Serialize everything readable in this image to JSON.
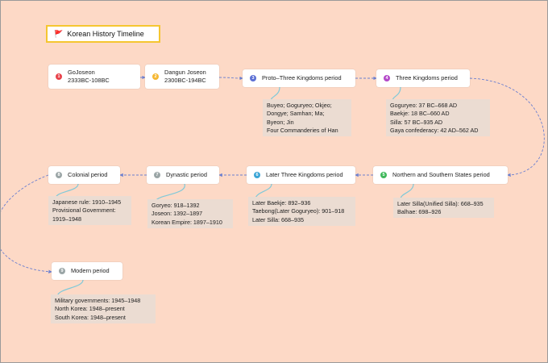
{
  "title": {
    "text": "Korean History Timeline",
    "icon": "red-flag-icon"
  },
  "colors": {
    "background": "#fdd9c6",
    "connector": "#6a7fd0",
    "detail_bg": "#ebdcd2",
    "title_border": "#f5c631"
  },
  "nodes": [
    {
      "id": "gojoseon",
      "num": "1",
      "color": "#e8424a",
      "lines": [
        "GoJoseon",
        "2333BC-108BC"
      ]
    },
    {
      "id": "dangun-joseon",
      "num": "2",
      "color": "#f5b731",
      "lines": [
        "Dangun Joseon",
        "2300BC-194BC"
      ]
    },
    {
      "id": "proto-three-kingdoms",
      "num": "3",
      "color": "#5b6fd4",
      "lines": [
        "Proto–Three Kingdoms period"
      ]
    },
    {
      "id": "three-kingdoms",
      "num": "4",
      "color": "#b449c9",
      "lines": [
        "Three Kingdoms period"
      ]
    },
    {
      "id": "northern-southern-states",
      "num": "5",
      "color": "#3fb85a",
      "lines": [
        "Northern and Southern States period"
      ]
    },
    {
      "id": "later-three-kingdoms",
      "num": "6",
      "color": "#3aa5d6",
      "lines": [
        "Later Three Kingdoms period"
      ]
    },
    {
      "id": "dynastic",
      "num": "7",
      "color": "#9aa5a6",
      "lines": [
        "Dynastic period"
      ]
    },
    {
      "id": "colonial",
      "num": "8",
      "color": "#9aa5a6",
      "lines": [
        "Colonial period"
      ]
    },
    {
      "id": "modern",
      "num": "9",
      "color": "#9aa5a6",
      "lines": [
        "Modern period"
      ]
    }
  ],
  "details": [
    {
      "node": "proto-three-kingdoms",
      "lines": [
        "Buyeo; Goguryeo; Okjeo;",
        "Dongye; Samhan; Ma;",
        "Byeon; Jin",
        "Four Commanderies of Han"
      ]
    },
    {
      "node": "three-kingdoms",
      "lines": [
        "Goguryeo: 37 BC–668 AD",
        "Baekje: 18 BC–660 AD",
        "Silla: 57 BC–935 AD",
        "Gaya confederacy: 42 AD–562 AD"
      ]
    },
    {
      "node": "northern-southern-states",
      "lines": [
        "Later Silla(Unified Silla): 668–935",
        "Balhae: 698–926"
      ]
    },
    {
      "node": "later-three-kingdoms",
      "lines": [
        "Later Baekje: 892–936",
        "Taebong(Later Goguryeo): 901–918",
        "Later Silla: 668–935"
      ]
    },
    {
      "node": "dynastic",
      "lines": [
        "Goryeo: 918–1392",
        "Joseon: 1392–1897",
        "Korean Empire: 1897–1910"
      ]
    },
    {
      "node": "colonial",
      "lines": [
        "Japanese rule: 1910–1945",
        "Provisional Government:",
        "1919–1948"
      ]
    },
    {
      "node": "modern",
      "lines": [
        "Military governments: 1945–1948",
        "North Korea: 1948–present",
        "South Korea: 1948–present"
      ]
    }
  ]
}
